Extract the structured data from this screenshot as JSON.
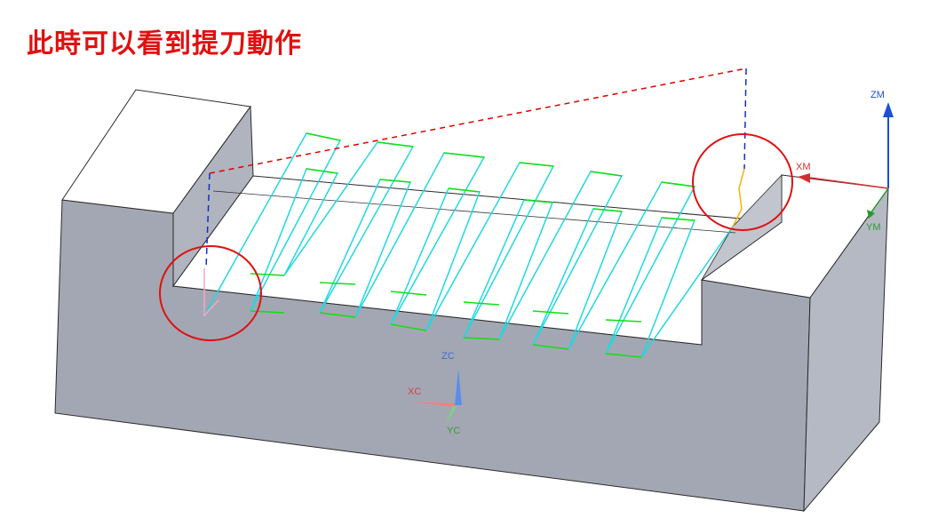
{
  "caption": "此時可以看到提刀動作",
  "colors": {
    "caption": "#e01010",
    "cut_path": "#20d8e0",
    "link_path": "#10e010",
    "retract_dash": "#e00000",
    "plunge_dash": "#1030c0",
    "lift_segment": "#ffb000",
    "highlight_circle": "#e01010",
    "block_side": "#a3a7b3",
    "block_top": "#ffffff"
  },
  "axes": {
    "machine": {
      "x": "XM",
      "y": "YM",
      "z": "ZM"
    },
    "work": {
      "x": "XC",
      "y": "YC",
      "z": "ZC"
    }
  }
}
